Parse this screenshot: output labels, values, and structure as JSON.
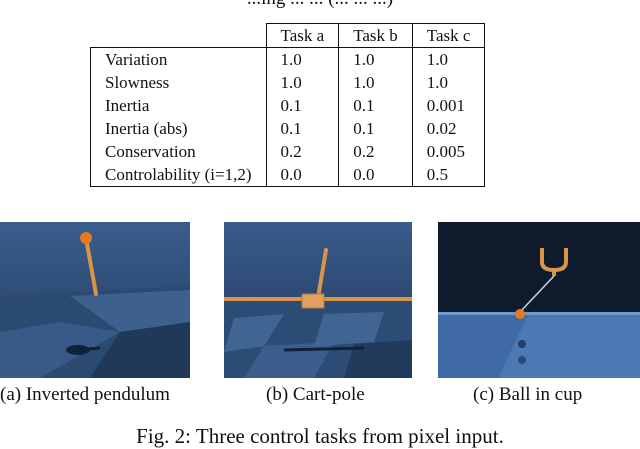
{
  "top_caption": "...ing ... ... (... ... ...)",
  "table": {
    "headers": [
      "",
      "Task a",
      "Task b",
      "Task c"
    ],
    "rows": [
      {
        "label": "Variation",
        "values": [
          "1.0",
          "1.0",
          "1.0"
        ]
      },
      {
        "label": "Slowness",
        "values": [
          "1.0",
          "1.0",
          "1.0"
        ]
      },
      {
        "label": "Inertia",
        "values": [
          "0.1",
          "0.1",
          "0.001"
        ]
      },
      {
        "label": "Inertia (abs)",
        "values": [
          "0.1",
          "0.1",
          "0.02"
        ]
      },
      {
        "label": "Conservation",
        "values": [
          "0.2",
          "0.2",
          "0.005"
        ]
      },
      {
        "label": "Controlability (i=1,2)",
        "values": [
          "0.0",
          "0.0",
          "0.5"
        ]
      }
    ]
  },
  "figures": [
    {
      "caption": "(a) Inverted pendulum"
    },
    {
      "caption": "(b) Cart-pole"
    },
    {
      "caption": "(c) Ball in cup"
    }
  ],
  "figure_caption": "Fig. 2: Three control tasks from pixel input.",
  "colors": {
    "sky": "#2e4d78",
    "floor_dark": "#1f3552",
    "floor_light": "#4d74a0",
    "pole": "#d9944a",
    "ball": "#e57a1e"
  }
}
